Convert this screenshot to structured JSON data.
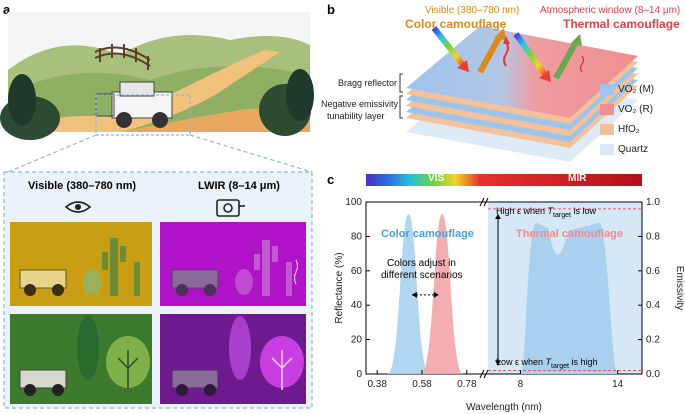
{
  "panel_a": {
    "label": "a",
    "visible_title": "Visible (380–780 nm)",
    "lwir_title": "LWIR (8–14 μm)"
  },
  "panel_b": {
    "label": "b",
    "visible_header": "Visible (380–780 nm)",
    "color_camo": "Color camouflage",
    "atm_header": "Atmospheric window (8–14 μm)",
    "thermal_camo": "Thermal camouflage",
    "bragg": "Bragg reflector",
    "neg_line1": "Negative emissivity",
    "neg_line2": "tunability layer",
    "legend": [
      {
        "label": "VO₂ (M)",
        "color": "#9fc4ec"
      },
      {
        "label": "VO₂ (R)",
        "color": "#ef8f8f"
      },
      {
        "label": "HfO₂",
        "color": "#f3c29b"
      },
      {
        "label": "Quartz",
        "color": "#d8e8f6"
      }
    ]
  },
  "panel_c": {
    "label": "c",
    "vis_band": "VIS",
    "mir_band": "MIR",
    "color_camo": "Color camouflage",
    "thermal_camo": "Thermal camouflage",
    "adjust_line1": "Colors adjust in",
    "adjust_line2": "different scenarios",
    "high_eps_prefix": "High ε when ",
    "low_eps_prefix": "Low ε when ",
    "t_main": "T",
    "t_sub": "target",
    "is_low": " is low",
    "is_high": " is high"
  },
  "chart_data": {
    "type": "area",
    "xlabel": "Wavelength (nm)",
    "ylabel": "Reflectance (%)",
    "y2label": "Emissivity",
    "ylim": [
      0,
      100
    ],
    "y2lim": [
      0,
      1.0
    ],
    "x_ticks_left": [
      "0.38",
      "0.58",
      "0.78"
    ],
    "x_ticks_right": [
      "8",
      "14"
    ],
    "y_ticks": [
      "0",
      "20",
      "40",
      "60",
      "80",
      "100"
    ],
    "y2_ticks": [
      "0.0",
      "0.2",
      "0.4",
      "0.6",
      "0.8",
      "1.0"
    ],
    "series": [
      {
        "name": "Color camouflage",
        "color": "#a9d1ef",
        "peak_x": 0.52,
        "peak_y": 93
      },
      {
        "name": "",
        "color": "#f3a5a9",
        "peak_x": 0.67,
        "peak_y": 93
      },
      {
        "name": "Thermal camouflage",
        "color": "#a9d1ef",
        "x": [
          8,
          14
        ],
        "peak_y": 88
      }
    ]
  }
}
